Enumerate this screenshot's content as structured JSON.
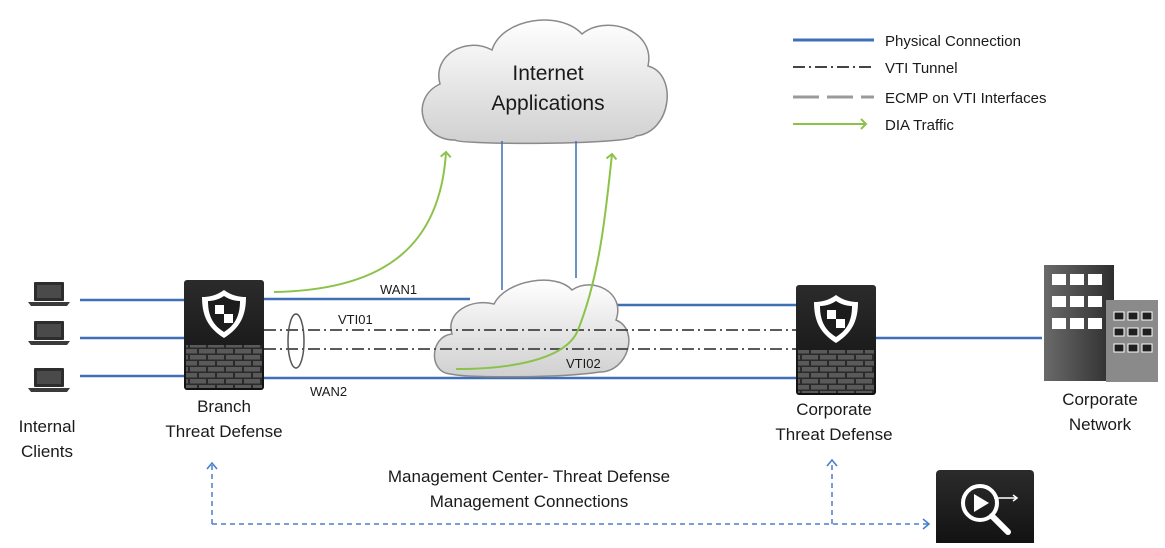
{
  "legend": {
    "physical": "Physical Connection",
    "vti": "VTI Tunnel",
    "ecmp": "ECMP on VTI Interfaces",
    "dia": "DIA Traffic"
  },
  "cloud": {
    "line1": "Internet",
    "line2": "Applications"
  },
  "links": {
    "wan1": "WAN1",
    "wan2": "WAN2",
    "vti01": "VTI01",
    "vti02": "VTI02"
  },
  "clients": {
    "line1": "Internal",
    "line2": "Clients"
  },
  "branch": {
    "line1": "Branch",
    "line2": "Threat Defense"
  },
  "corporate": {
    "line1": "Corporate",
    "line2": "Threat Defense"
  },
  "network": {
    "line1": "Corporate",
    "line2": "Network"
  },
  "management": {
    "line1": "Management Center- Threat Defense",
    "line2": "Management Connections"
  },
  "colors": {
    "physical": "#3f6fb5",
    "dia": "#8bc34a",
    "tunnel": "#555555",
    "ecmp": "#9a9a9a",
    "mgmt": "#4a7fcf"
  }
}
